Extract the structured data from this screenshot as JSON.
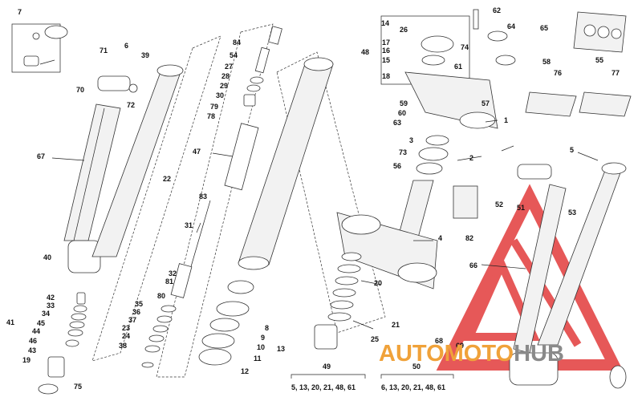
{
  "diagram": {
    "callouts": [
      "1",
      "2",
      "3",
      "4",
      "5",
      "6",
      "7",
      "8",
      "9",
      "10",
      "11",
      "12",
      "13",
      "14",
      "15",
      "16",
      "17",
      "18",
      "19",
      "20",
      "21",
      "22",
      "23",
      "24",
      "25",
      "26",
      "27",
      "28",
      "29",
      "30",
      "31",
      "32",
      "33",
      "34",
      "35",
      "36",
      "37",
      "38",
      "39",
      "40",
      "41",
      "42",
      "43",
      "44",
      "45",
      "46",
      "47",
      "48",
      "49",
      "50",
      "51",
      "52",
      "53",
      "54",
      "55",
      "56",
      "57",
      "58",
      "59",
      "60",
      "61",
      "62",
      "63",
      "64",
      "65",
      "66",
      "67",
      "68",
      "69",
      "70",
      "71",
      "72",
      "73",
      "74",
      "75",
      "76",
      "77",
      "78",
      "79",
      "80",
      "81",
      "82",
      "83",
      "84"
    ],
    "group_49_parts": "5, 13, 20, 21, 48, 61",
    "group_50_parts": "6, 13, 20, 21, 48, 61"
  },
  "watermark": {
    "part1": "AUTO",
    "part2": "MOTO",
    "part3": "HUB",
    "color_red": "#e23b3b",
    "color_orange": "#f0a23a",
    "color_gray": "#8a8a8a"
  }
}
